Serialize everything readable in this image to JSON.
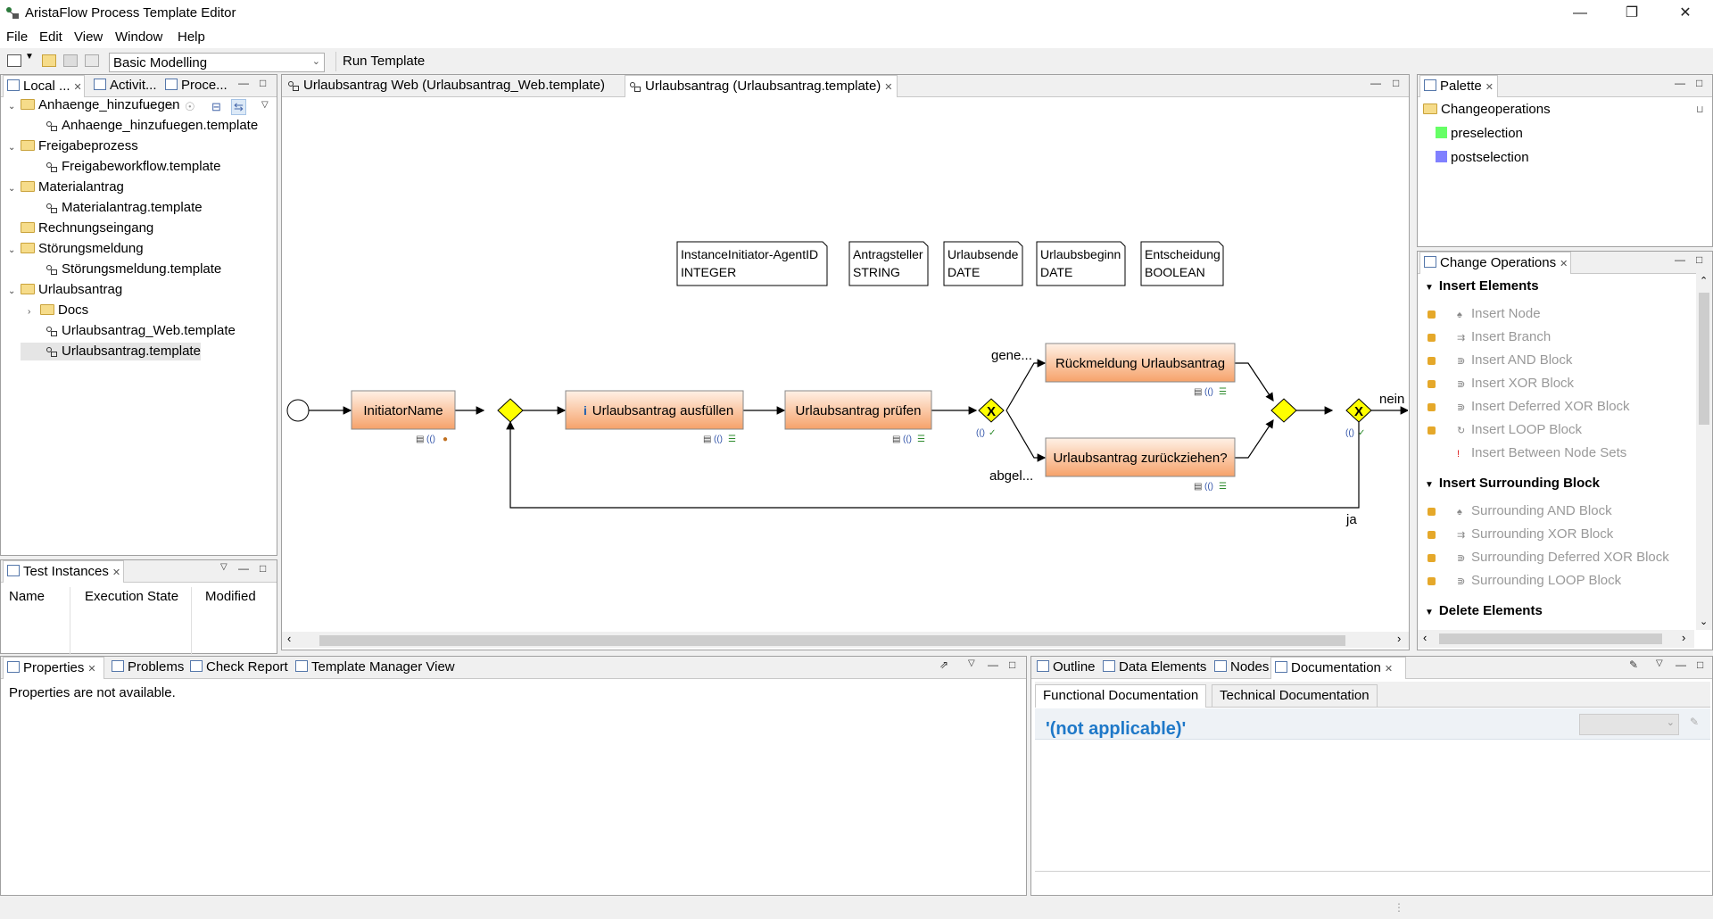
{
  "window": {
    "title": "AristaFlow Process Template Editor",
    "minimize_icon": "minimize-icon",
    "maximize_icon": "maximize-icon",
    "close_icon": "close-icon"
  },
  "menu": [
    "File",
    "Edit",
    "View",
    "Window",
    "Help"
  ],
  "toolbar": {
    "perspective": "Basic Modelling",
    "run_template": "Run Template"
  },
  "left_top": {
    "tabs": [
      "Local ...",
      "Activit...",
      "Proce..."
    ],
    "tree": [
      {
        "label": "Anhaenge_hinzufuegen",
        "type": "folder",
        "level": 0,
        "expanded": true
      },
      {
        "label": "Anhaenge_hinzufuegen.template",
        "type": "template",
        "level": 1
      },
      {
        "label": "Freigabeprozess",
        "type": "folder",
        "level": 0,
        "expanded": true
      },
      {
        "label": "Freigabeworkflow.template",
        "type": "template",
        "level": 1
      },
      {
        "label": "Materialantrag",
        "type": "folder",
        "level": 0,
        "expanded": true
      },
      {
        "label": "Materialantrag.template",
        "type": "template",
        "level": 1
      },
      {
        "label": "Rechnungseingang",
        "type": "folder",
        "level": 0,
        "expanded": false
      },
      {
        "label": "Störungsmeldung",
        "type": "folder",
        "level": 0,
        "expanded": true
      },
      {
        "label": "Störungsmeldung.template",
        "type": "template",
        "level": 1
      },
      {
        "label": "Urlaubsantrag",
        "type": "folder",
        "level": 0,
        "expanded": true
      },
      {
        "label": "Docs",
        "type": "folder",
        "level": 1,
        "collapsed": true
      },
      {
        "label": "Urlaubsantrag_Web.template",
        "type": "template",
        "level": 1
      },
      {
        "label": "Urlaubsantrag.template",
        "type": "template",
        "level": 1,
        "selected": true
      }
    ]
  },
  "test_instances": {
    "tab": "Test Instances",
    "columns": [
      "Name",
      "Execution State",
      "Modified"
    ]
  },
  "editor": {
    "tabs": [
      "Urlaubsantrag Web (Urlaubsantrag_Web.template)",
      "Urlaubsantrag (Urlaubsantrag.template)"
    ],
    "data_elements": [
      {
        "name": "InstanceInitiator-AgentID",
        "type": "INTEGER"
      },
      {
        "name": "Antragsteller",
        "type": "STRING"
      },
      {
        "name": "Urlaubsende",
        "type": "DATE"
      },
      {
        "name": "Urlaubsbeginn",
        "type": "DATE"
      },
      {
        "name": "Entscheidung",
        "type": "BOOLEAN"
      }
    ],
    "nodes": {
      "initiator": "InitiatorName",
      "fill": "Urlaubsantrag ausfüllen",
      "check": "Urlaubsantrag prüfen",
      "feedback": "Rückmeldung Urlaubsantrag",
      "withdraw": "Urlaubsantrag zurückziehen?"
    },
    "edge_labels": {
      "approved": "gene...",
      "rejected": "abgel...",
      "no": "nein",
      "yes": "ja"
    },
    "colors": {
      "node_fill_top": "#ffffff",
      "node_fill_bottom": "#f7a46c",
      "gateway": "#ffff00"
    }
  },
  "palette": {
    "tab": "Palette",
    "group": "Changeoperations",
    "items": [
      {
        "label": "preselection",
        "color": "#66ff66"
      },
      {
        "label": "postselection",
        "color": "#8080ff"
      }
    ]
  },
  "change_ops": {
    "tab": "Change Operations",
    "sections": [
      {
        "title": "Insert Elements",
        "items": [
          "Insert Node",
          "Insert Branch",
          "Insert AND Block",
          "Insert XOR Block",
          "Insert Deferred XOR Block",
          "Insert LOOP Block",
          "Insert Between Node Sets"
        ]
      },
      {
        "title": "Insert Surrounding Block",
        "items": [
          "Surrounding AND Block",
          "Surrounding XOR Block",
          "Surrounding Deferred XOR Block",
          "Surrounding LOOP Block"
        ]
      },
      {
        "title": "Delete Elements",
        "items": []
      }
    ]
  },
  "bottom_left": {
    "tabs": [
      "Properties",
      "Problems",
      "Check Report",
      "Template Manager View"
    ],
    "message": "Properties are not available."
  },
  "bottom_right": {
    "tabs": [
      "Outline",
      "Data Elements",
      "Nodes",
      "Documentation"
    ],
    "subtabs": [
      "Functional Documentation",
      "Technical Documentation"
    ],
    "value": "'(not applicable)'"
  }
}
